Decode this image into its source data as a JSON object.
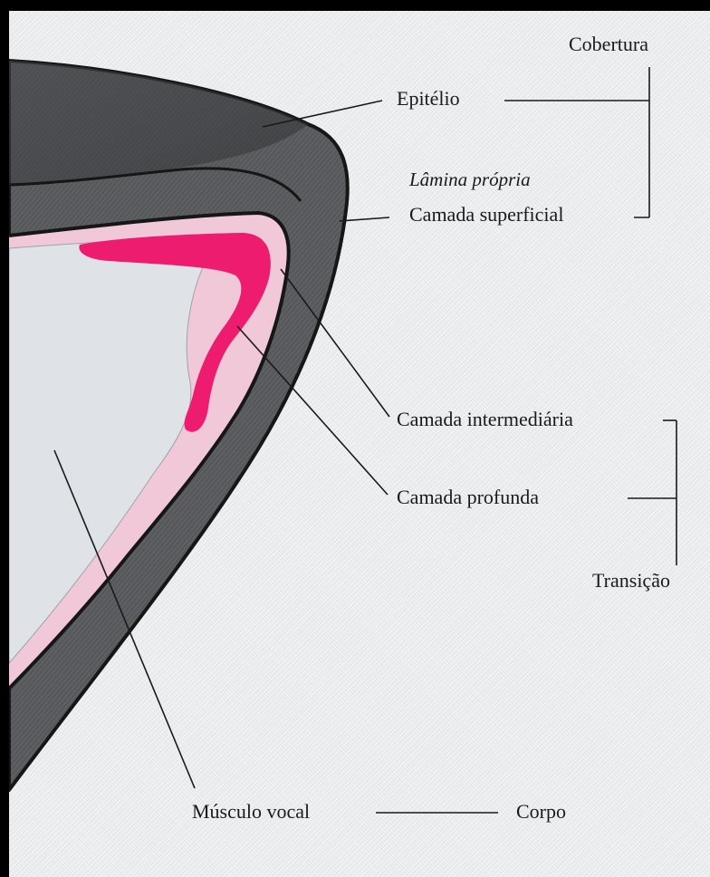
{
  "labels": {
    "cobertura": "Cobertura",
    "epitelio": "Epitélio",
    "lamina_propria": "Lâmina própria",
    "camada_superficial": "Camada superficial",
    "camada_intermediaria": "Camada intermediária",
    "camada_profunda": "Camada profunda",
    "transicao": "Transição",
    "musculo_vocal": "Músculo vocal",
    "corpo": "Corpo"
  },
  "colors": {
    "background": "#ebedef",
    "outer_layer": "#5e5f62",
    "outline": "#161616",
    "light_layer": "#f1c8d8",
    "intermediate_layer": "#ee1c6e",
    "muscle": "#dfe2e7",
    "leader_line": "#1a1a1a"
  }
}
